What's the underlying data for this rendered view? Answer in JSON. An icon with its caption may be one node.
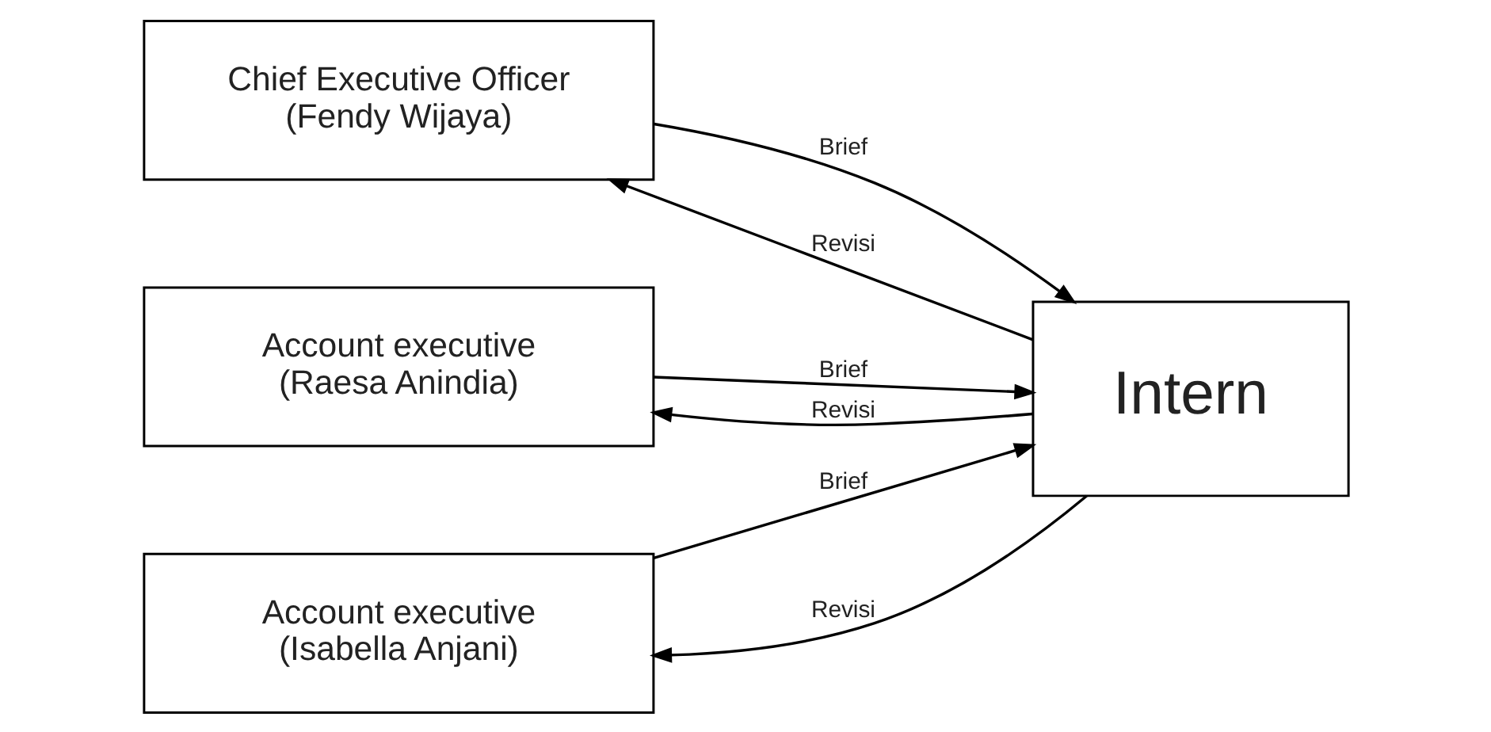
{
  "diagram": {
    "nodes": [
      {
        "text": [
          "Chief Executive Officer",
          "(Fendy Wijaya)"
        ]
      },
      {
        "text": [
          "Account executive",
          "(Raesa Anindia)"
        ]
      },
      {
        "text": [
          "Account executive",
          "(Isabella Anjani)"
        ]
      },
      {
        "text": [
          "Intern"
        ]
      }
    ],
    "edges": [
      {
        "from": 0,
        "to": 3,
        "arrow": "to",
        "label": "Brief"
      },
      {
        "from": 3,
        "to": 0,
        "arrow": "to",
        "label": "Revisi"
      },
      {
        "from": 1,
        "to": 3,
        "arrow": "to",
        "label": "Brief"
      },
      {
        "from": 3,
        "to": 1,
        "arrow": "to",
        "label": "Revisi"
      },
      {
        "from": 3,
        "to": 2,
        "arrow": "to",
        "label": "Revisi"
      },
      {
        "from": 2,
        "to": 3,
        "arrow": "to",
        "label": "Brief"
      }
    ]
  }
}
